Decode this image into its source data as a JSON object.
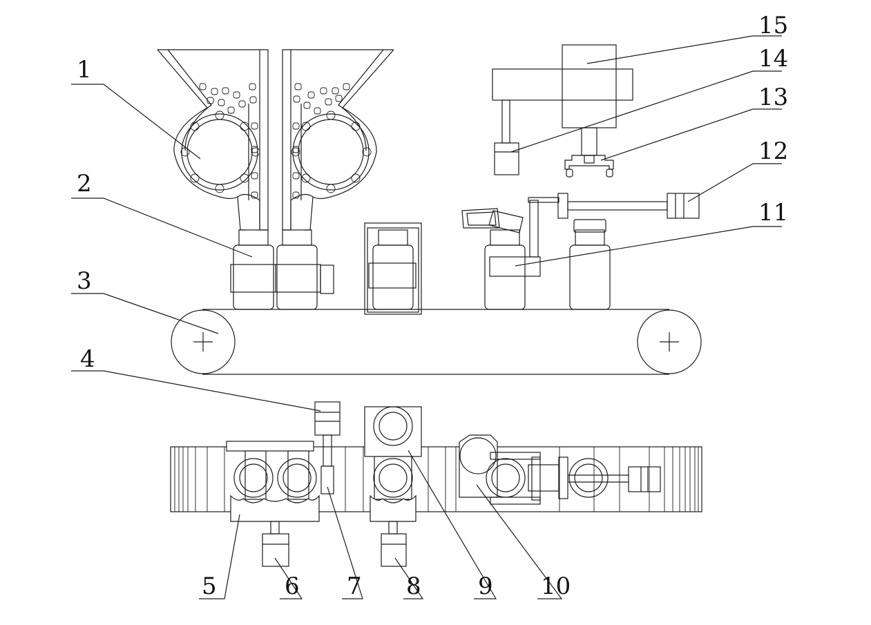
{
  "labels": {
    "l1": "1",
    "l2": "2",
    "l3": "3",
    "l4": "4",
    "l5": "5",
    "l6": "6",
    "l7": "7",
    "l8": "8",
    "l9": "9",
    "l10": "10",
    "l11": "11",
    "l12": "12",
    "l13": "13",
    "l14": "14",
    "l15": "15"
  },
  "colors": {
    "line": "#1a1a1a",
    "background": "#ffffff"
  }
}
